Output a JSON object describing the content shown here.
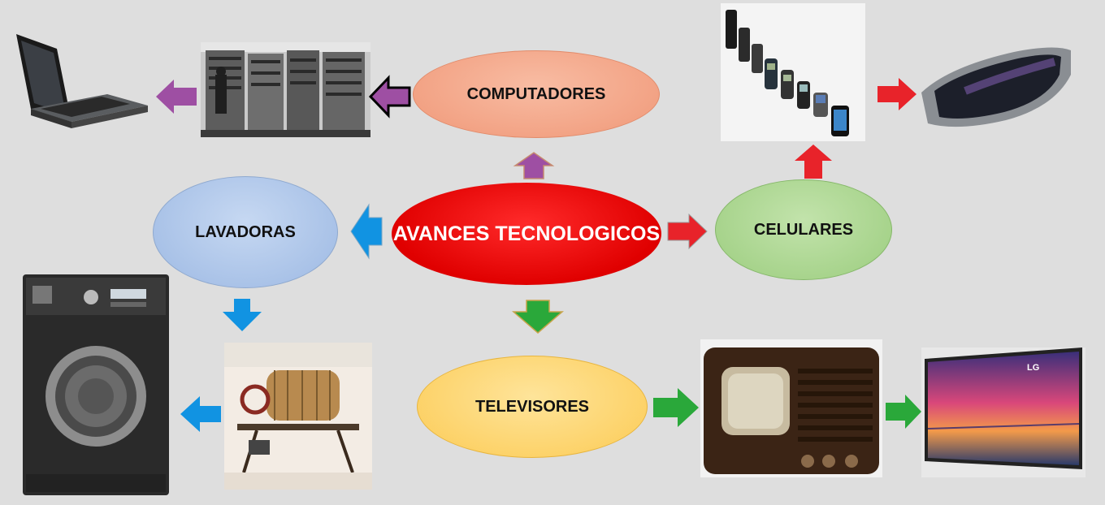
{
  "diagram": {
    "center": {
      "label": "AVANCES TECNOLOGICOS",
      "fill": "#ee0000"
    },
    "nodes": [
      {
        "id": "computadores",
        "label": "COMPUTADORES",
        "fill": "#f2a183",
        "arrow_color": "#9e4fa3"
      },
      {
        "id": "lavadoras",
        "label": "LAVADORAS",
        "fill": "#a9c3e8",
        "arrow_color": "#1193e2"
      },
      {
        "id": "celulares",
        "label": "CELULARES",
        "fill": "#a8d48e",
        "arrow_color": "#e8232a"
      },
      {
        "id": "televisores",
        "label": "TELEVISORES",
        "fill": "#fdd56f",
        "arrow_color": "#2aa83a"
      }
    ],
    "images": [
      {
        "name": "old-mainframe-computer-photo",
        "icon": "mainframe"
      },
      {
        "name": "modern-laptop-photo",
        "icon": "laptop"
      },
      {
        "name": "cellphone-evolution-photo",
        "icon": "phone-evolution"
      },
      {
        "name": "curved-smartphone-photo",
        "icon": "smartphone"
      },
      {
        "name": "old-wooden-washing-machine-photo",
        "icon": "old-washer"
      },
      {
        "name": "modern-washing-machine-photo",
        "icon": "washer"
      },
      {
        "name": "vintage-television-photo",
        "icon": "retro-tv"
      },
      {
        "name": "modern-flat-television-photo",
        "icon": "flat-tv",
        "brand_text": "LG"
      }
    ]
  }
}
